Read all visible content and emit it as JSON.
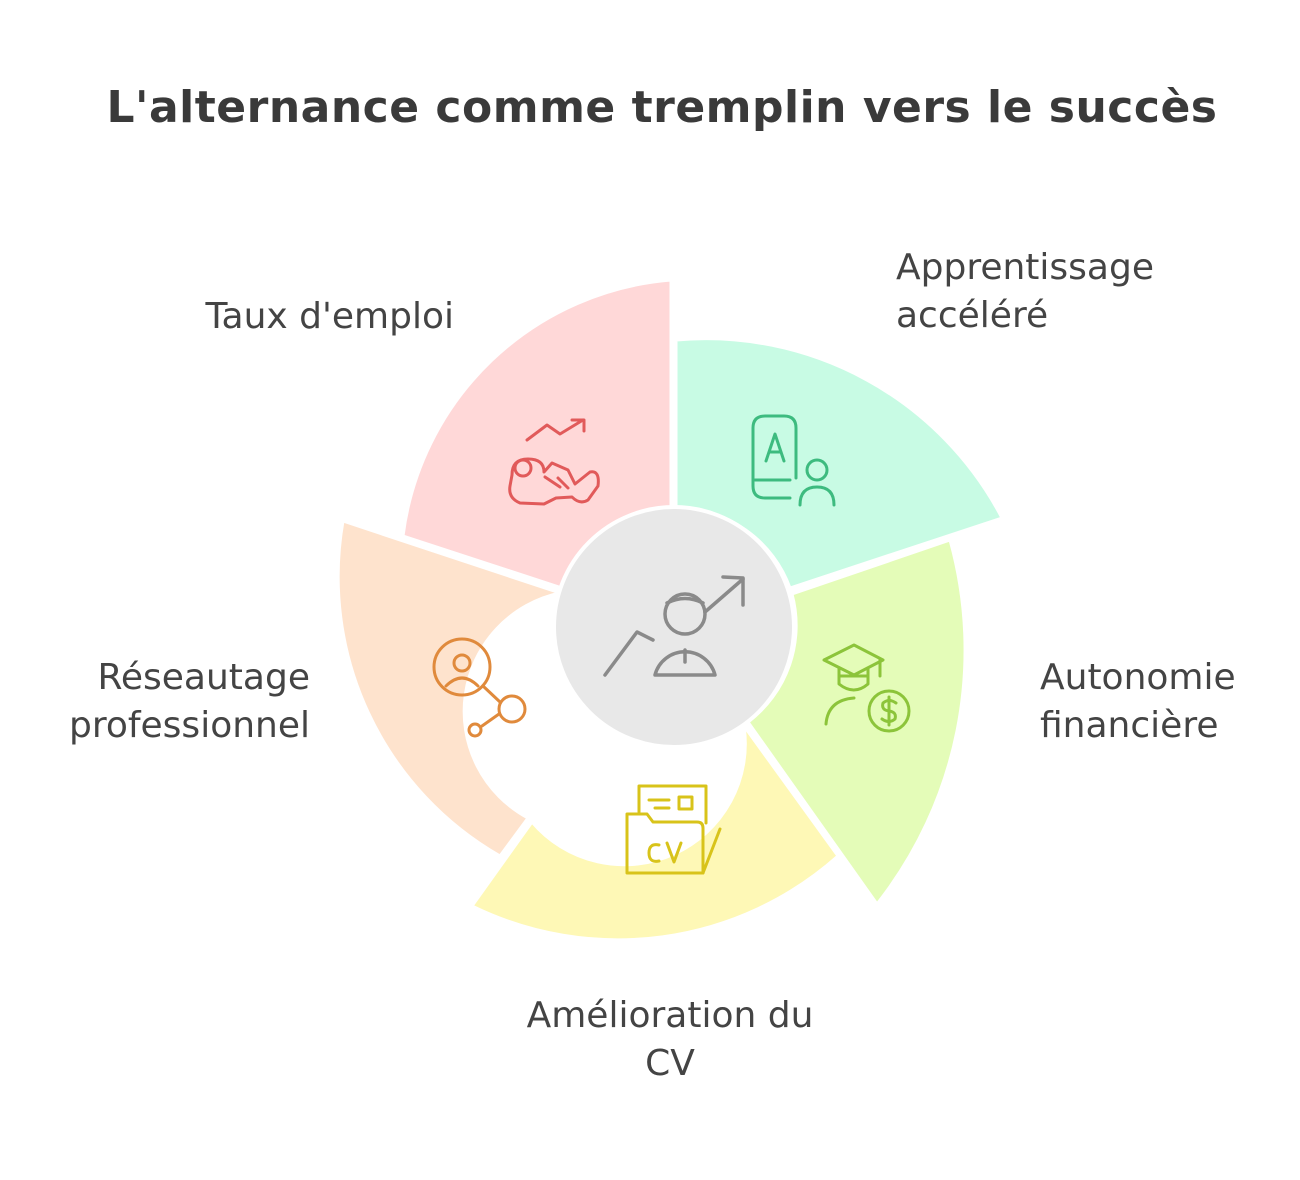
{
  "title": "L'alternance comme tremplin vers le succès",
  "segments": [
    {
      "id": "apprentissage",
      "label_lines": [
        "Apprentissage",
        "accéléré"
      ],
      "color": "#c8fbe4",
      "icon_color": "#3dbb7f",
      "icon": "tablet-learning-icon"
    },
    {
      "id": "autonomie",
      "label_lines": [
        "Autonomie",
        "financière"
      ],
      "color": "#e4fcb8",
      "icon_color": "#8cc43a",
      "icon": "graduate-dollar-icon"
    },
    {
      "id": "cv",
      "label_lines": [
        "Amélioration du",
        "CV"
      ],
      "color": "#fef8b6",
      "icon_color": "#d8c31a",
      "icon": "cv-folder-icon"
    },
    {
      "id": "reseautage",
      "label_lines": [
        "Réseautage",
        "professionnel"
      ],
      "color": "#fee3cd",
      "icon_color": "#e08a3c",
      "icon": "network-person-icon"
    },
    {
      "id": "emploi",
      "label_lines": [
        "Taux d'emploi"
      ],
      "color": "#ffd8d8",
      "icon_color": "#e15a5a",
      "icon": "employment-growth-icon"
    }
  ],
  "center": {
    "color": "#e8e8e8",
    "icon_color": "#8a8a8a",
    "icon": "person-growth-icon"
  }
}
